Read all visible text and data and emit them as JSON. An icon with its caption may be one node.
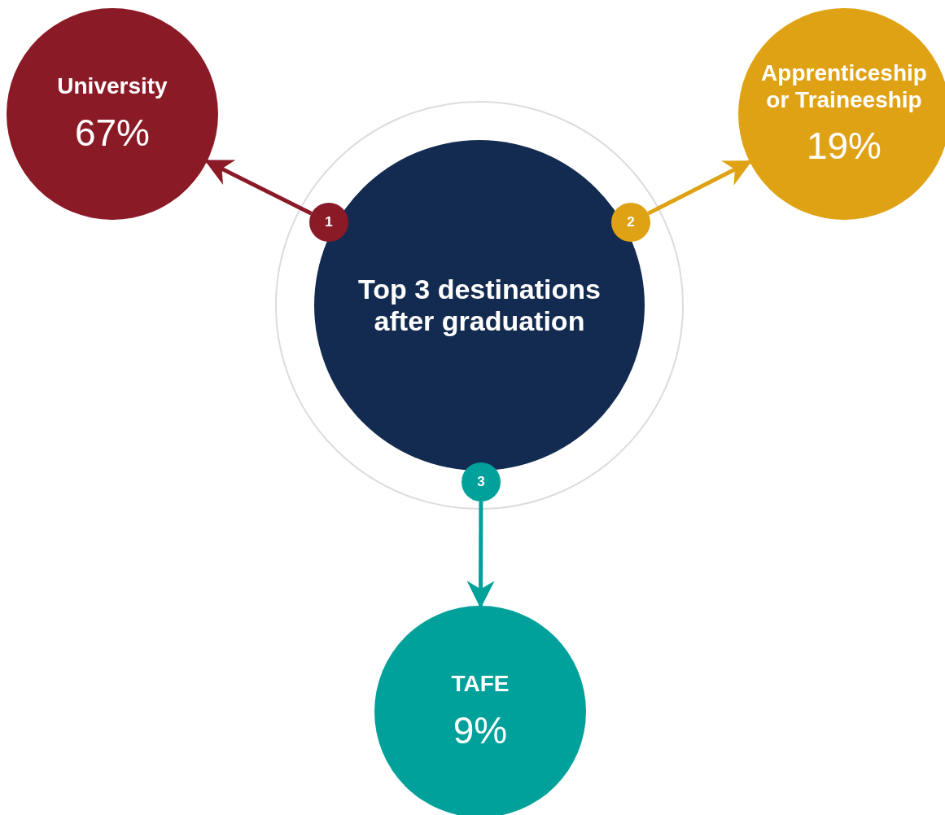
{
  "diagram": {
    "nodes": [
      {
        "text": [
          "Top 3 destinations after graduation"
        ]
      },
      {
        "text": [
          "1"
        ]
      },
      {
        "text": [
          "University",
          "67%"
        ]
      },
      {
        "text": [
          "2"
        ]
      },
      {
        "text": [
          "Apprenticeship or Traineeship",
          "19%"
        ]
      },
      {
        "text": [
          "3"
        ]
      },
      {
        "text": [
          "TAFE",
          "9%"
        ]
      }
    ],
    "edges": [
      {
        "from": 1,
        "to": 2,
        "arrow": "to",
        "color": "#8b1a27"
      },
      {
        "from": 3,
        "to": 4,
        "arrow": "to",
        "color": "#e0a215"
      },
      {
        "from": 5,
        "to": 6,
        "arrow": "to",
        "color": "#00a19a"
      }
    ]
  }
}
